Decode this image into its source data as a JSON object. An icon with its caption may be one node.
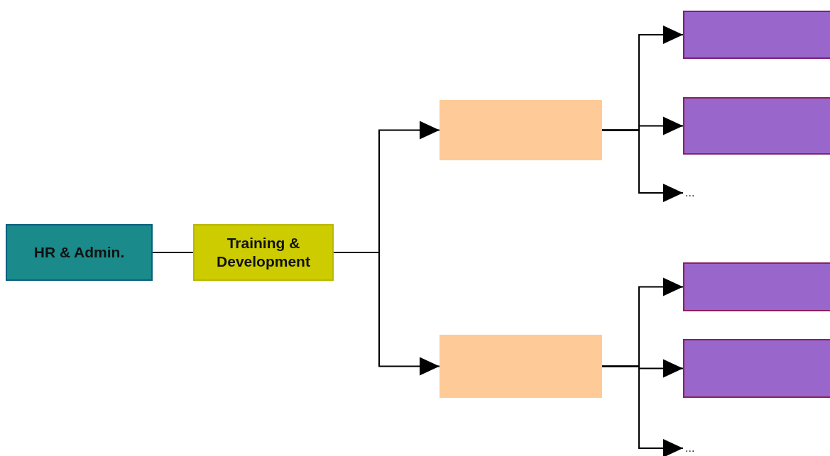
{
  "diagram": {
    "nodes": [
      {
        "text": [
          "HR & Admin."
        ]
      },
      {
        "text": [
          "Training & Development"
        ]
      },
      {
        "text": [],
        "shape": "box"
      },
      {
        "text": [],
        "shape": "box"
      },
      {
        "text": [],
        "shape": "box"
      },
      {
        "text": [],
        "shape": "box"
      },
      {
        "text": [
          "..."
        ]
      },
      {
        "text": [],
        "shape": "box"
      },
      {
        "text": [],
        "shape": "box"
      },
      {
        "text": [
          "..."
        ]
      }
    ],
    "edges": [
      {
        "from": 0,
        "to": 1,
        "arrow": "none"
      },
      {
        "from": 1,
        "to": 2,
        "arrow": "to"
      },
      {
        "from": 1,
        "to": 3,
        "arrow": "to"
      },
      {
        "from": 2,
        "to": 4,
        "arrow": "to"
      },
      {
        "from": 2,
        "to": 5,
        "arrow": "to"
      },
      {
        "from": 2,
        "to": 6,
        "arrow": "to"
      },
      {
        "from": 3,
        "to": 7,
        "arrow": "to"
      },
      {
        "from": 3,
        "to": 8,
        "arrow": "to"
      },
      {
        "from": 3,
        "to": 9,
        "arrow": "to"
      }
    ]
  }
}
